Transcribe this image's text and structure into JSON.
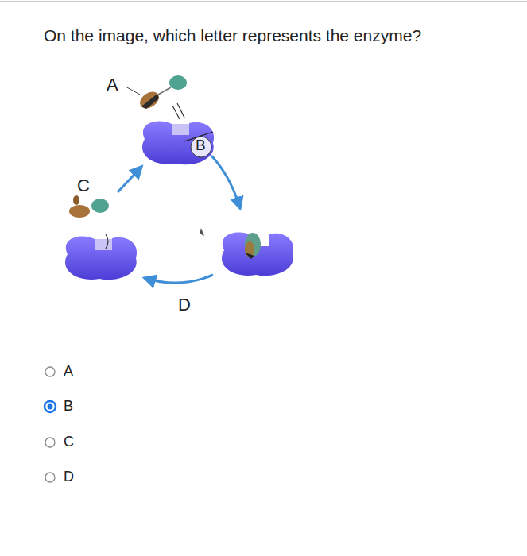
{
  "diagram": {
    "title": "On the image, which letter represents the enzyme?",
    "labels": [
      "A",
      "B",
      "C",
      "D",
      "A",
      "B",
      "C",
      "D"
    ]
  }
}
